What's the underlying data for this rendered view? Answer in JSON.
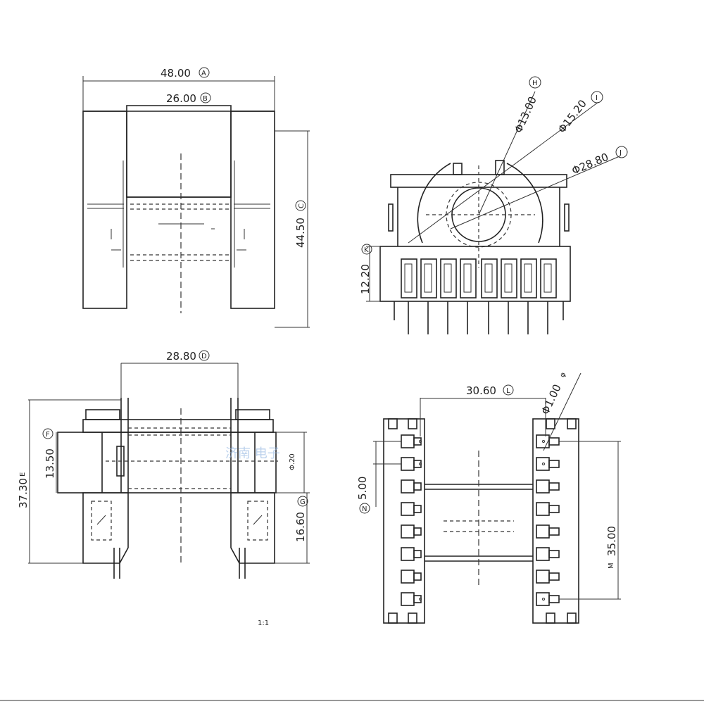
{
  "dimensions": {
    "A": {
      "value": "48.00",
      "tag": "A"
    },
    "B": {
      "value": "26.00",
      "tag": "B"
    },
    "C": {
      "value": "44.50",
      "tag": "C"
    },
    "H": {
      "value": "Φ13.00",
      "tag": "H"
    },
    "I": {
      "value": "Φ15.20",
      "tag": "I"
    },
    "J": {
      "value": "Φ28.80",
      "tag": "J"
    },
    "K": {
      "value": "12.20",
      "tag": "K"
    },
    "D": {
      "value": "28.80",
      "tag": "D"
    },
    "F": {
      "value": "13.50",
      "tag": "F"
    },
    "E": {
      "value": "37.30",
      "tag": "E"
    },
    "G": {
      "value": "16.60",
      "tag": "G"
    },
    "L": {
      "value": "30.60",
      "tag": "L"
    },
    "phi1": {
      "value": "Φ1.00",
      "tag": "φ"
    },
    "N": {
      "value": "5.00",
      "tag": "N"
    },
    "M": {
      "value": "35.00",
      "tag": "M"
    },
    "small": {
      "value": "Φ.20"
    }
  },
  "watermark": "济南 电子",
  "view_label": "1:1"
}
